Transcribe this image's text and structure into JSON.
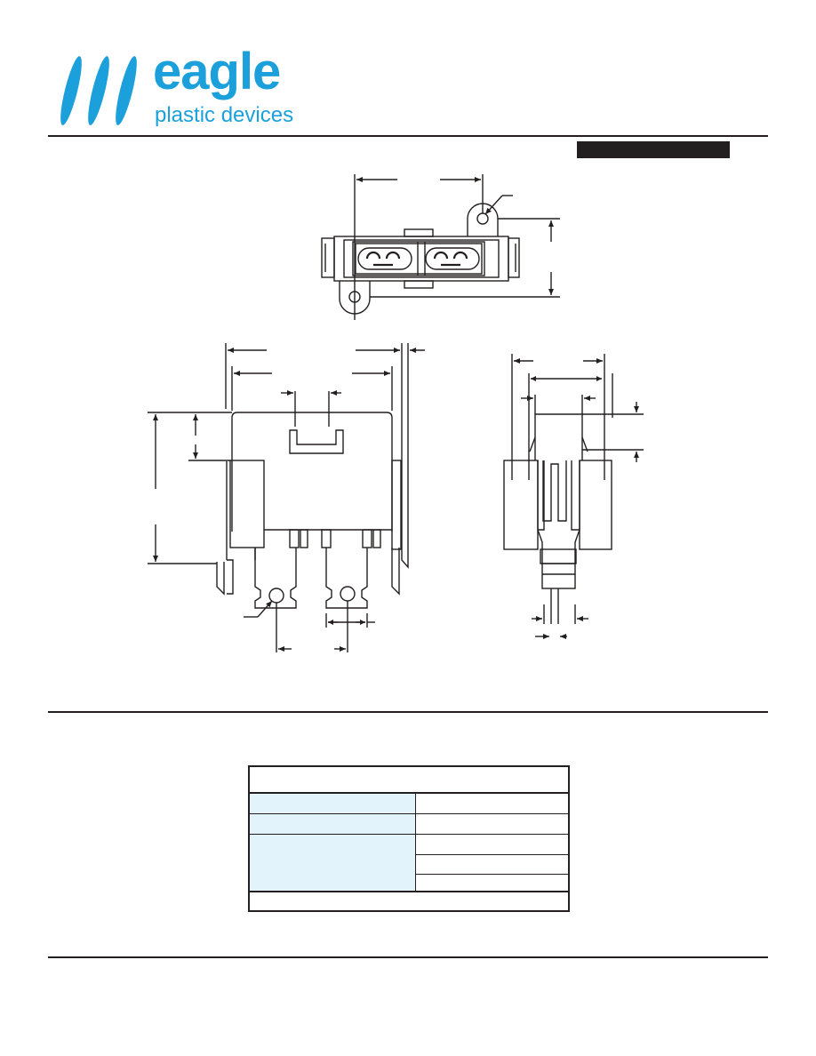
{
  "brand": {
    "name": "eagle",
    "tagline": "plastic devices",
    "color": "#1ba0dc"
  },
  "colors": {
    "ink": "#231f20",
    "table_label_fill": "#e3f3fc"
  },
  "spec_table": {
    "rows": 5
  }
}
